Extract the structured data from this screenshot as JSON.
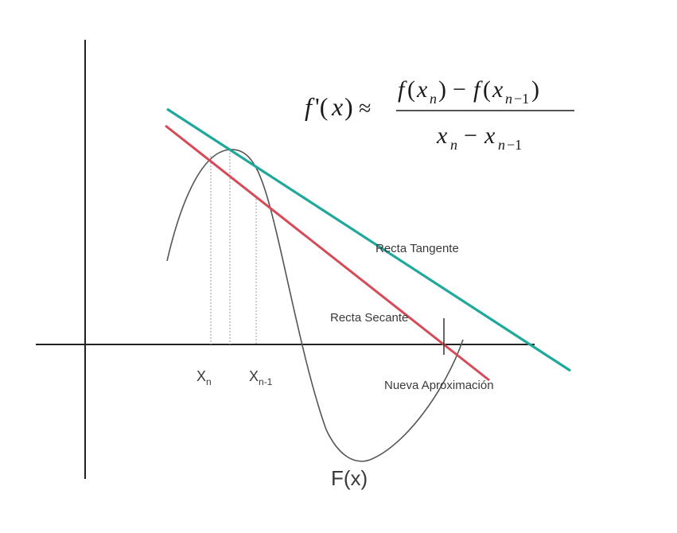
{
  "formula": {
    "lhs": "f'(x) ≈",
    "numerator": "f(x_n) − f(x_{n−1})",
    "denominator": "x_n − x_{n−1}"
  },
  "labels": {
    "tangent": "Recta Tangente",
    "secant": "Recta Secante",
    "new_approx": "Nueva Aproximación",
    "x_n": "X",
    "x_n_sub": "n",
    "x_n1": "X",
    "x_n1_sub": "n-1",
    "function": "F(x)"
  },
  "colors": {
    "tangent": "#1fa89b",
    "secant": "#d64a57",
    "curve": "#555555",
    "axes": "#222222",
    "guides": "#9a9a9a"
  }
}
